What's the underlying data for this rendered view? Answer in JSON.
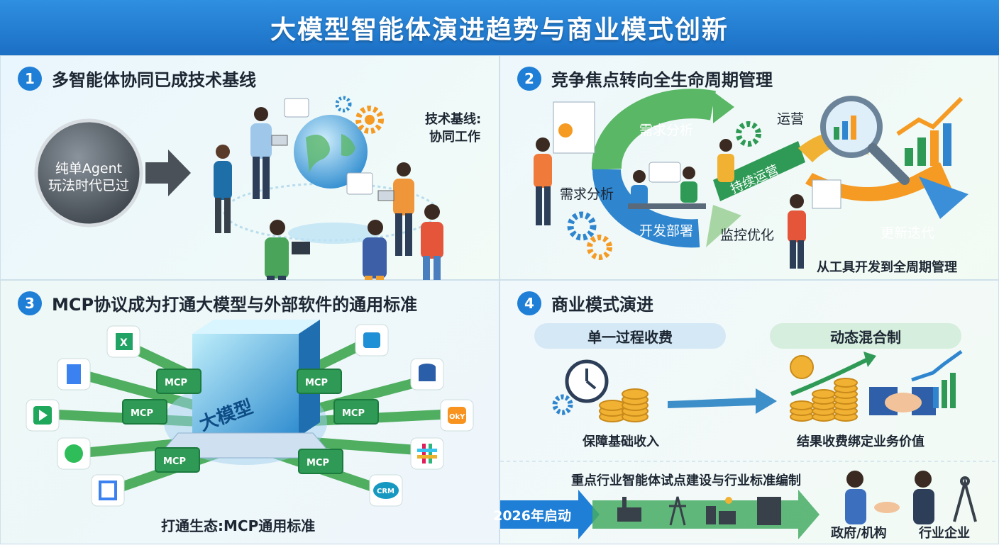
{
  "title": "大模型智能体演进趋势与商业模式创新",
  "sections": [
    {
      "number": "1",
      "title": "多智能体协同已成技术基线",
      "left_circle": [
        "纯单Agent",
        "玩法时代已过"
      ],
      "right_label": [
        "技术基线:",
        "协同工作"
      ]
    },
    {
      "number": "2",
      "title": "竞争焦点转向全生命周期管理",
      "labels": {
        "arc_top": "需求分析",
        "arc_left": "需求分析",
        "arc_bottom": "开发部署",
        "arrow_mid": "持续运营",
        "ops": "运营",
        "monitor": "监控优化",
        "iterate": "更新迭代",
        "footer": "从工具开发到全周期管理"
      }
    },
    {
      "number": "3",
      "title": "MCP协议成为打通大模型与外部软件的通用标准",
      "center": "大模型",
      "mcp_label": "MCP",
      "app_icons": [
        "excel-icon",
        "docs-icon",
        "video-play-icon",
        "chat-icon",
        "sheets-icon",
        "cloud-drive-icon",
        "database-icon",
        "app-logo-icon",
        "slack-icon",
        "crm-icon"
      ],
      "crm_text": "CRM",
      "logo_text": "OkY",
      "footer": "打通生态:MCP通用标准"
    },
    {
      "number": "4",
      "title": "商业模式演进",
      "left_pill": "单一过程收费",
      "right_pill": "动态混合制",
      "left_caption": "保障基础收入",
      "right_caption": "结果收费绑定业务价值",
      "bottom_title": "重点行业智能体试点建设与行业标准编制",
      "launch": "2026年启动",
      "gov": "政府/机构",
      "enterprise": "行业企业"
    }
  ],
  "colors": {
    "brand_blue": "#1f7fd6",
    "green": "#2e9a55",
    "orange": "#f59a23",
    "dark": "#1d2733"
  }
}
